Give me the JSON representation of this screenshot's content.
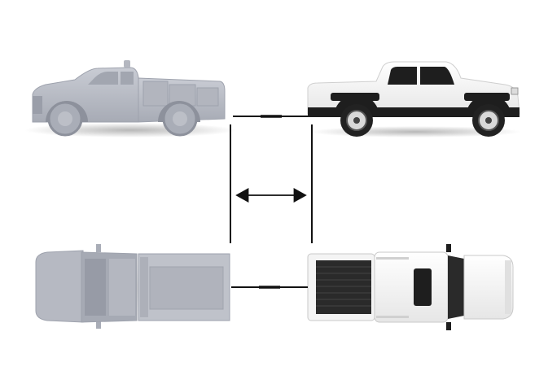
{
  "diagram": {
    "views": [
      {
        "id": "gray-truck-side",
        "label": ""
      },
      {
        "id": "white-truck-side",
        "label": ""
      },
      {
        "id": "gray-truck-top",
        "label": ""
      },
      {
        "id": "white-truck-top",
        "label": ""
      }
    ],
    "connector": {
      "type": "double-arrow",
      "icon": "double-arrow-icon"
    },
    "colors": {
      "clay_body": "#b9bcc5",
      "clay_shade": "#9ea2ad",
      "clay_dark": "#8a8e99",
      "white_body": "#f3f3f3",
      "trim_black": "#1e1e1e",
      "line": "#111111"
    }
  }
}
